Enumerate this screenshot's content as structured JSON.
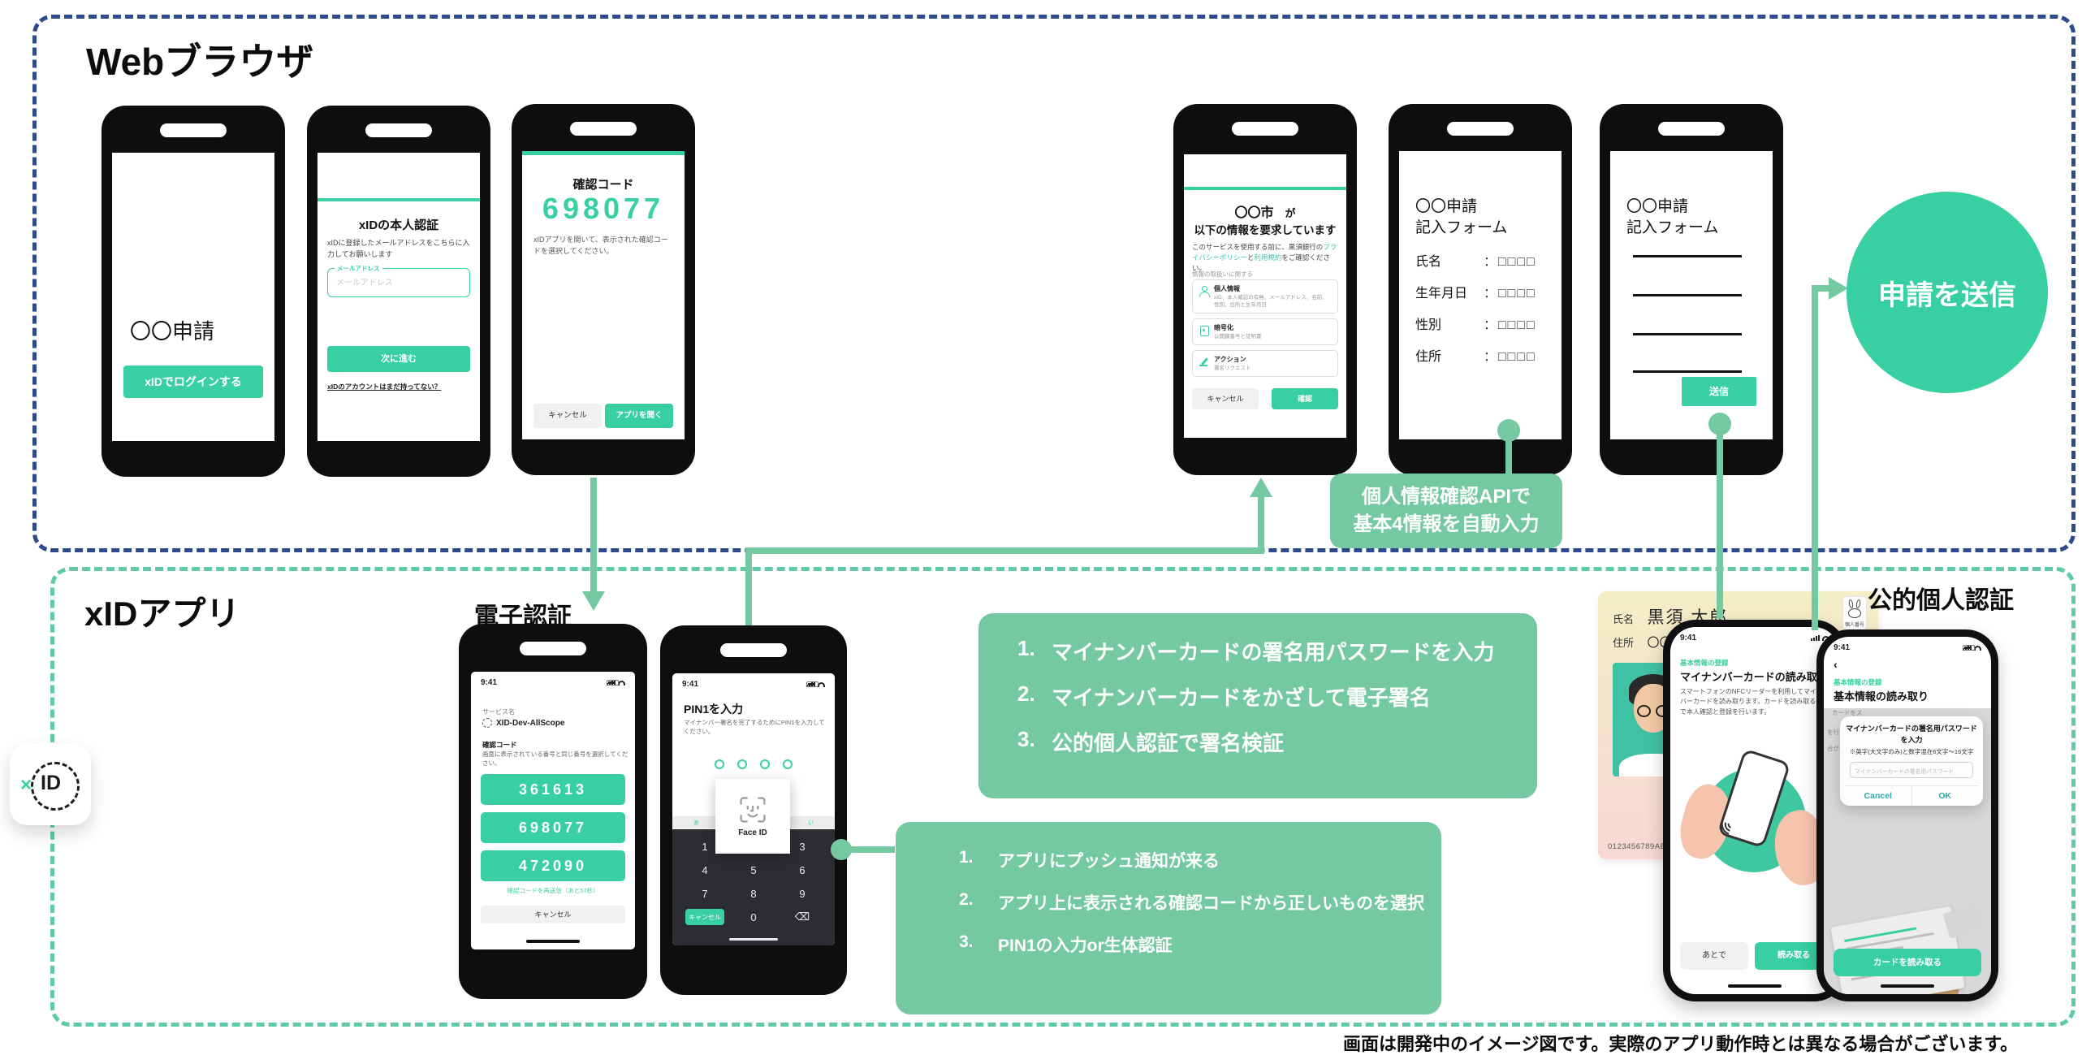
{
  "web": {
    "title": "Webブラウザ",
    "phone_login": {
      "app_title": "〇〇申請",
      "login_button": "xIDでログインする"
    },
    "phone_email": {
      "heading": "xIDの本人認証",
      "body": "xIDに登録したメールアドレスをこちらに入力してお願いします",
      "input_label": "メールアドレス",
      "input_placeholder": "メールアドレス",
      "next_button": "次に進む",
      "signup_link": "xIDのアカウントはまだ持ってない？"
    },
    "phone_code": {
      "heading": "確認コード",
      "code": "698077",
      "body": "xIDアプリを開いて、表示された確認コードを選択してください。",
      "cancel_button": "キャンセル",
      "open_app_button": "アプリを開く"
    },
    "phone_consent": {
      "requester": "〇〇市",
      "particle": "が",
      "heading": "以下の情報を要求しています",
      "body_before": "このサービスを使用する前に、黒須銀行の",
      "privacy_link": "プライバシーポリシー",
      "body_mid": "と",
      "terms_link": "利用規約",
      "body_after": "をご確認ください。",
      "section_label": "情報の取扱いに関する",
      "cards": [
        {
          "icon": "person-icon",
          "title": "個人情報",
          "desc": "xID、本人確認の有無、メールアドレス、名前、性別、住所と生年月日"
        },
        {
          "icon": "lock-icon",
          "title": "暗号化",
          "desc": "公開鍵番号と証明書"
        },
        {
          "icon": "signature-icon",
          "title": "アクション",
          "desc": "署名リクエスト"
        }
      ],
      "cancel_button": "キャンセル",
      "confirm_button": "確認"
    },
    "phone_form_filled": {
      "title_line1": "〇〇申請",
      "title_line2": "記入フォーム",
      "fields": [
        {
          "label": "氏名",
          "value": "：□□□□"
        },
        {
          "label": "生年月日",
          "value": "：□□□□"
        },
        {
          "label": "性別",
          "value": "：□□□□"
        },
        {
          "label": "住所",
          "value": "：□□□□"
        }
      ]
    },
    "phone_form_blank": {
      "title_line1": "〇〇申請",
      "title_line2": "記入フォーム",
      "submit_button": "送信"
    },
    "api_note": {
      "line1": "個人情報確認APIで",
      "line2": "基本4情報を自動入力"
    },
    "submit_circle": "申請を送信"
  },
  "app": {
    "title": "xIDアプリ",
    "label_digital_auth": "電子認証",
    "label_jpki": "公的個人認証",
    "phone_codes": {
      "time": "9:41",
      "service_label": "サービス名",
      "service_name": "XID-Dev-AllScope",
      "code_label": "確認コード",
      "instruction": "画面に表示されている番号と同じ番号を選択してください。",
      "codes": [
        "361613",
        "698077",
        "472090"
      ],
      "resend_link": "確認コードを再送信（あと57秒）",
      "cancel_button": "キャンセル"
    },
    "phone_pin": {
      "time": "9:41",
      "heading": "PIN1を入力",
      "instruction": "マイナンバー署名を完了するためにPIN1を入力してください。",
      "strip_left": "あ",
      "strip_right": "い",
      "faceid_label": "Face ID",
      "keys": [
        "1",
        "2",
        "3",
        "4",
        "5",
        "6",
        "7",
        "8",
        "9"
      ],
      "cancel_key": "キャンセル",
      "zero_key": "0",
      "backspace_key": "⌫"
    },
    "note_sign": {
      "items": [
        {
          "n": "1.",
          "text": "マイナンバーカードの署名用パスワードを入力"
        },
        {
          "n": "2.",
          "text": "マイナンバーカードをかざして電子署名"
        },
        {
          "n": "3.",
          "text": "公的個人認証で署名検証"
        }
      ]
    },
    "note_push": {
      "items": [
        {
          "n": "1.",
          "text": "アプリにプッシュ通知が来る"
        },
        {
          "n": "2.",
          "text": "アプリ上に表示される確認コードから正しいものを選択"
        },
        {
          "n": "3.",
          "text": "PIN1の入力or生体認証"
        }
      ]
    },
    "mynumber_card": {
      "name_label": "氏名",
      "name": "黒須 太郎",
      "address_label": "住所",
      "address": "〇〇県〇〇市〇〇",
      "mascot_label": "個人番号",
      "card_number": "0123456789ABCDEF"
    },
    "phone_nfc": {
      "time": "9:41",
      "tag": "基本情報の登録",
      "heading": "マイナンバーカードの読み取り",
      "body": "スマートフォンのNFCリーダーを利用してマイナンバーカードを読み取ります。カードを読み取ることで本人確認と登録を行います。",
      "later_button": "あとで",
      "read_button": "読み取る"
    },
    "phone_read": {
      "time": "9:41",
      "back": "‹",
      "tag": "基本情報の登録",
      "heading": "基本情報の読み取り",
      "bg_fragment1": "カードをス",
      "bg_fragment2": "を行い",
      "bg_fragment3": "合が",
      "dialog": {
        "title": "マイナンバーカードの署名用パスワードを入力",
        "note": "※英字(大文字のみ)と数字混在6文字〜16文字",
        "input_placeholder": "マイナンバーカードの署名用パスワード",
        "cancel_button": "Cancel",
        "ok_button": "OK"
      },
      "read_card_button": "カードを読み取る"
    }
  },
  "footer_note": "画面は開発中のイメージ図です。実際のアプリ動作時とは異なる場合がございます。",
  "colors": {
    "teal": "#38d0a2",
    "soft_green": "#74c8a2",
    "navy_dashed": "#2c4a8c",
    "teal_dashed": "#5fcba6"
  }
}
